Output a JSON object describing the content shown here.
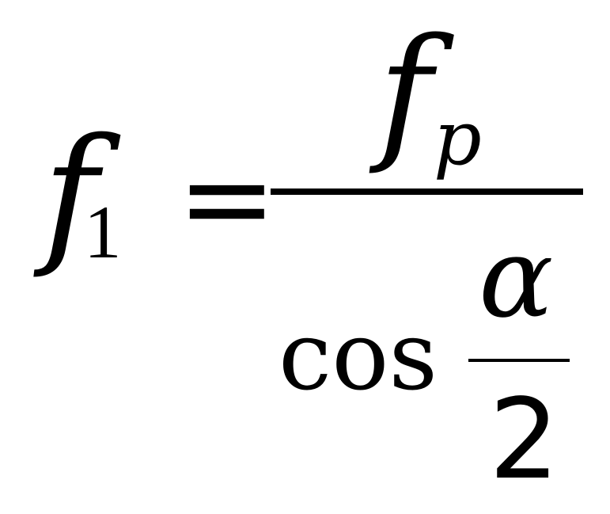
{
  "formula": {
    "lhs": {
      "symbol": "f",
      "subscript": "1"
    },
    "relation": "=",
    "rhs": {
      "numerator": {
        "symbol": "f",
        "subscript": "p"
      },
      "denominator": {
        "function": "cos",
        "argument": {
          "numerator": "α",
          "denominator": "2"
        }
      }
    }
  }
}
